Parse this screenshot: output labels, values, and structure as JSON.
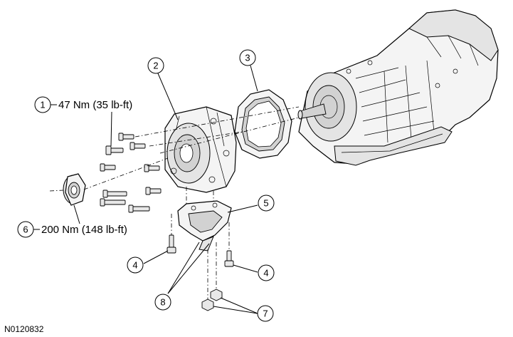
{
  "callouts": [
    {
      "number": "1",
      "text": "47 Nm (35 lb-ft)"
    },
    {
      "number": "2",
      "text": ""
    },
    {
      "number": "3",
      "text": ""
    },
    {
      "number": "4",
      "text": ""
    },
    {
      "number": "4",
      "text": ""
    },
    {
      "number": "5",
      "text": ""
    },
    {
      "number": "6",
      "text": "200 Nm (148 lb-ft)"
    },
    {
      "number": "7",
      "text": ""
    },
    {
      "number": "8",
      "text": ""
    }
  ],
  "reference_code": "N0120832"
}
